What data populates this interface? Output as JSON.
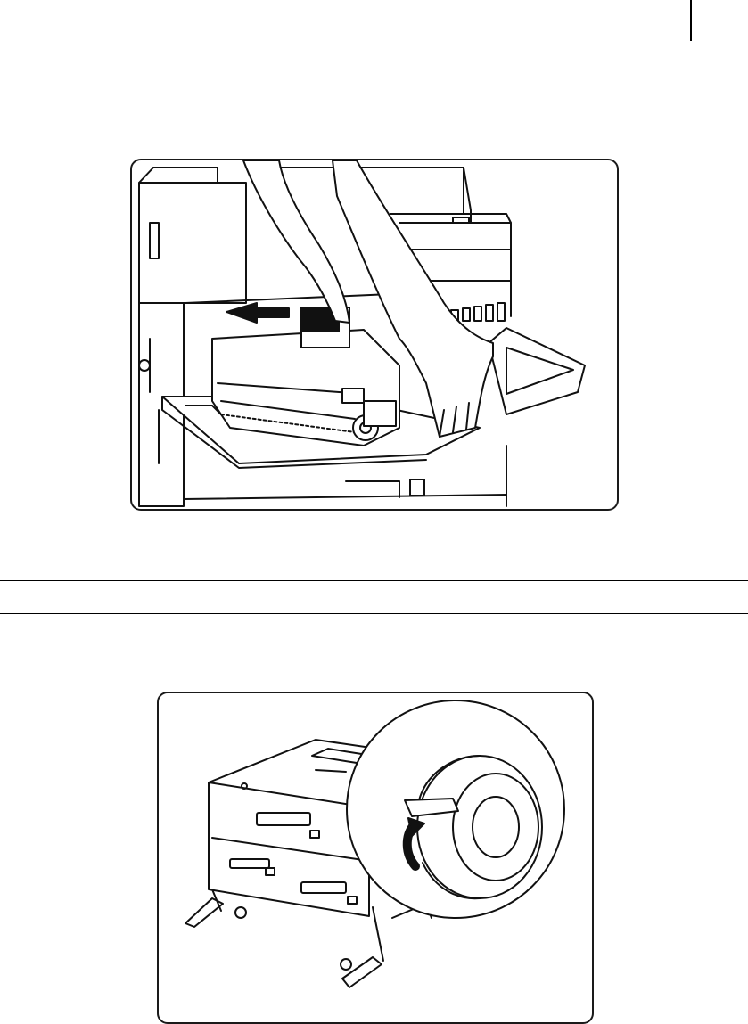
{
  "page": {
    "background": "#ffffff",
    "line_color": "#000000"
  },
  "figures": [
    {
      "id": "figure-1",
      "subject": "hands-removing-drum-cartridge-from-printer",
      "icons": [
        "arrow-left-icon",
        "hand-icon",
        "cartridge-icon",
        "printer-icon"
      ]
    },
    {
      "id": "figure-2",
      "subject": "printer-on-stand-with-caster-lock-detail",
      "icons": [
        "printer-icon",
        "caster-wheel-icon",
        "curved-arrow-up-icon",
        "magnifier-circle-icon"
      ]
    }
  ]
}
